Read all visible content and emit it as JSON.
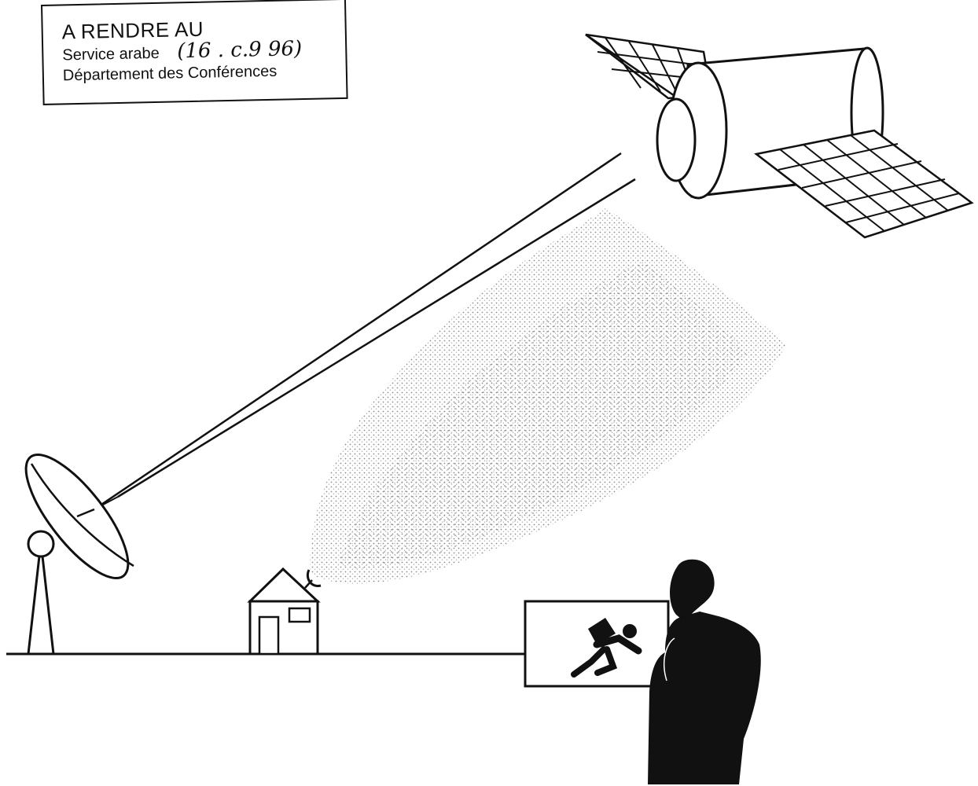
{
  "stamp": {
    "line1": "A RENDRE AU",
    "line2": "Service arabe",
    "line3": "Département des Conférences",
    "handwritten": "(16 . c.9 96)"
  },
  "colors": {
    "ink": "#111111",
    "paper": "#ffffff",
    "beam_dots": "#8a8a8a"
  },
  "icons": [
    "satellite-icon",
    "uplink-dish-icon",
    "house-icon",
    "home-dish-icon",
    "runner-pictogram-icon",
    "viewer-figure-icon"
  ]
}
